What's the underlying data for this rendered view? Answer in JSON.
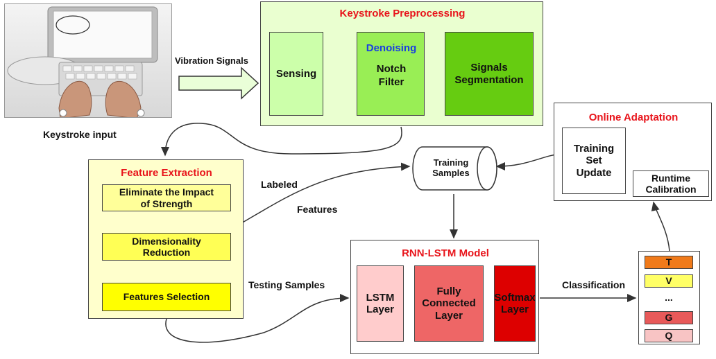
{
  "input_section": {
    "caption": "Keystroke input"
  },
  "vibration_label": "Vibration Signals",
  "preprocessing": {
    "title": "Keystroke Preprocessing",
    "sensing": "Sensing",
    "denoising_title": "Denoising",
    "notch_filter": "Notch Filter",
    "segmentation": "Signals Segmentation"
  },
  "online_adaptation": {
    "title": "Online Adaptation",
    "training_set_update": "Training Set Update",
    "runtime_calibration": "Runtime Calibration"
  },
  "training_samples": "Training Samples",
  "feature_extraction": {
    "title": "Feature Extraction",
    "step1": "Eliminate the Impact of Strength",
    "step2": "Dimensionality Reduction",
    "step3": "Features Selection"
  },
  "labeled_label": "Labeled",
  "features_label": "Features",
  "testing_label": "Testing Samples",
  "model": {
    "title": "RNN-LSTM Model",
    "lstm": "LSTM Layer",
    "fc": "Fully Connected Layer",
    "softmax": "Softmax Layer"
  },
  "classification_label": "Classification",
  "outputs": [
    {
      "key": "T",
      "color": "#f07a1a"
    },
    {
      "key": "V",
      "color": "#ffff66"
    },
    {
      "key": "...",
      "color": "#ffffff"
    },
    {
      "key": "G",
      "color": "#e85a5a"
    },
    {
      "key": "Q",
      "color": "#f8c4c4"
    }
  ]
}
